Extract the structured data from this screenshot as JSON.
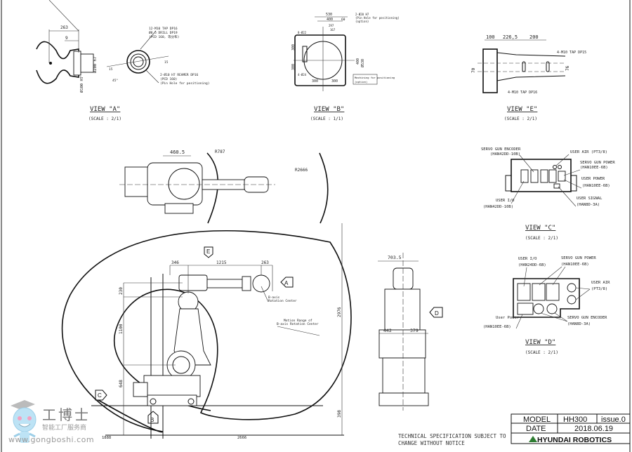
{
  "views": {
    "a": {
      "title": "VIEW \"A\"",
      "scale": "(SCALE : 2/1)",
      "dims": [
        "263",
        "9",
        "Ø200 h7",
        "Ø100 H7",
        "15",
        "15",
        "45°"
      ],
      "notes": [
        "12-M10 TAP DP16",
        "Ø8.5 DRILL DP19",
        "(PCD 160, 等分布)",
        "2-Ø10 H7 REAMER DP16",
        "(PCD 160)",
        "(Pin Hole for positioning)"
      ]
    },
    "b": {
      "title": "VIEW \"B\"",
      "scale": "(SCALE : 1/1)",
      "dims": [
        "530",
        "400",
        "60",
        "300",
        "300",
        "300",
        "300",
        "400",
        "Ø530",
        "297",
        "167",
        "8-Ø22",
        "4-Ø24"
      ],
      "notes": [
        "2-Ø20 H7",
        "(Pin Hole for positioning)",
        "(option)",
        "Machining for positioning",
        "(option)"
      ]
    },
    "e": {
      "title": "VIEW \"E\"",
      "scale": "(SCALE : 2/1)",
      "dims": [
        "100",
        "226,5",
        "200",
        "70",
        "76"
      ],
      "notes": [
        "4-M10 TAP DP15",
        "4-M10 TAP DP16"
      ]
    },
    "c": {
      "title": "VIEW \"C\"",
      "scale": "(SCALE : 2/1)",
      "labels": [
        {
          "name": "SERVO GUN ENCODER",
          "code": "(HAN42DD-10B)"
        },
        {
          "name": "USER AIR (PT3/8)",
          "code": ""
        },
        {
          "name": "SERVO GUN POWER",
          "code": "(HAN10EE-6B)"
        },
        {
          "name": "USER POWER",
          "code": "(HAN10EE-6B)"
        },
        {
          "name": "USER SIGNAL",
          "code": "(HAN8D-3A)"
        },
        {
          "name": "USER I/O",
          "code": "(HAN42DD-10B)"
        }
      ]
    },
    "d": {
      "title": "VIEW \"D\"",
      "scale": "(SCALE : 2/1)",
      "labels": [
        {
          "name": "USER I/O",
          "code": "(HAN24DD-6B)"
        },
        {
          "name": "SERVO GUN POWER",
          "code": "(HAN10EE-6B)"
        },
        {
          "name": "USER AIR",
          "code": "(PT3/8)"
        },
        {
          "name": "User Power",
          "code": "(HAN10EE-6B)"
        },
        {
          "name": "SERVO GUN ENCODER",
          "code": "(HAN8D-3A)"
        }
      ]
    }
  },
  "top_view": {
    "dims": [
      "460.5",
      "R787",
      "R2666"
    ]
  },
  "side_view": {
    "dims": [
      "346",
      "1215",
      "263",
      "230",
      "1100",
      "648",
      "2976",
      "398",
      "1888",
      "2666"
    ],
    "notes": [
      "B-axis",
      "Rotation Center",
      "Motion Range of",
      "B-axis Rotation Center"
    ],
    "markers": [
      "A",
      "B",
      "C",
      "E"
    ]
  },
  "front_view": {
    "dims": [
      "703.5",
      "442",
      "379"
    ],
    "markers": [
      "D"
    ]
  },
  "title_block": {
    "model_label": "MODEL",
    "model": "HH300",
    "issue": "issue.0",
    "date_label": "DATE",
    "date": "2018.06.19",
    "logo": "HYUNDAI ROBOTICS",
    "logo_color": "#2e7d32"
  },
  "notice": [
    "TECHNICAL SPECIFICATION SUBJECT TO",
    "CHANGE WITHOUT NOTICE"
  ],
  "watermark": {
    "name": "工博士",
    "tagline": "智能工厂服务商",
    "url": "www.gongboshi.com"
  }
}
